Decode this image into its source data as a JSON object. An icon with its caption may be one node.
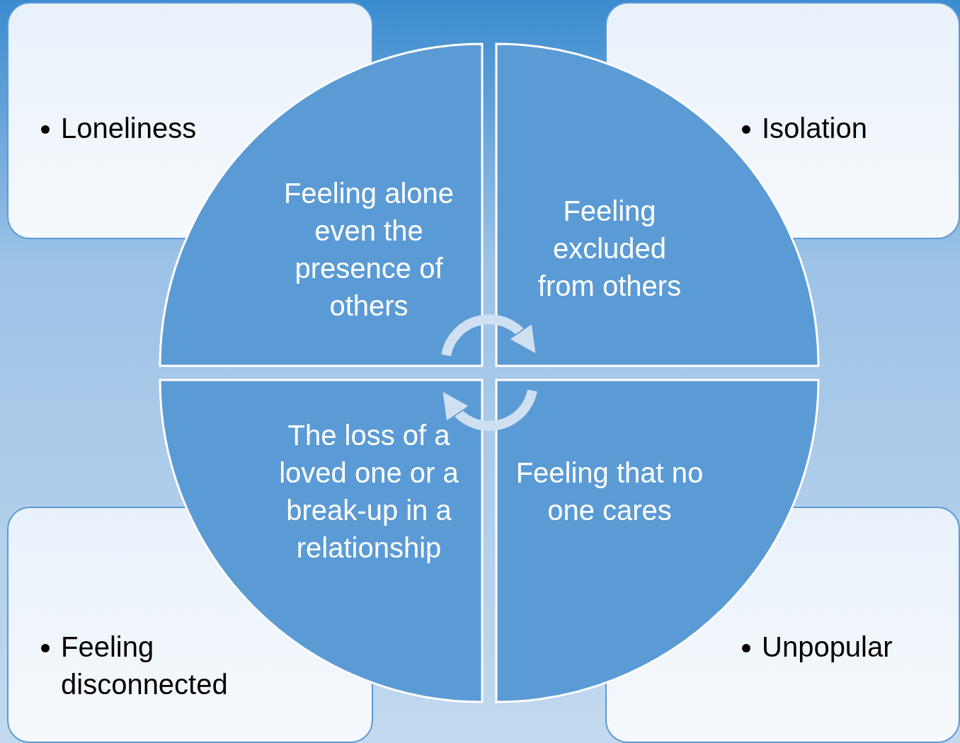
{
  "diagram": {
    "nodes": [
      {
        "text": [
          "Loneliness"
        ]
      },
      {
        "text": [
          "Isolation"
        ]
      },
      {
        "text": [
          "Feeling disconnected"
        ]
      },
      {
        "text": [
          "Unpopular"
        ]
      },
      {
        "text": [
          "Feeling alone even the presence of others"
        ]
      },
      {
        "text": [
          "Feeling excluded from others"
        ]
      },
      {
        "text": [
          "The loss of a loved one or a break-up in a relationship"
        ]
      },
      {
        "text": [
          "Feeling that no one cares"
        ]
      }
    ],
    "edges": [
      {
        "from": 4,
        "to": 5,
        "arrow": "to"
      },
      {
        "from": 7,
        "to": 6,
        "arrow": "to"
      }
    ]
  }
}
